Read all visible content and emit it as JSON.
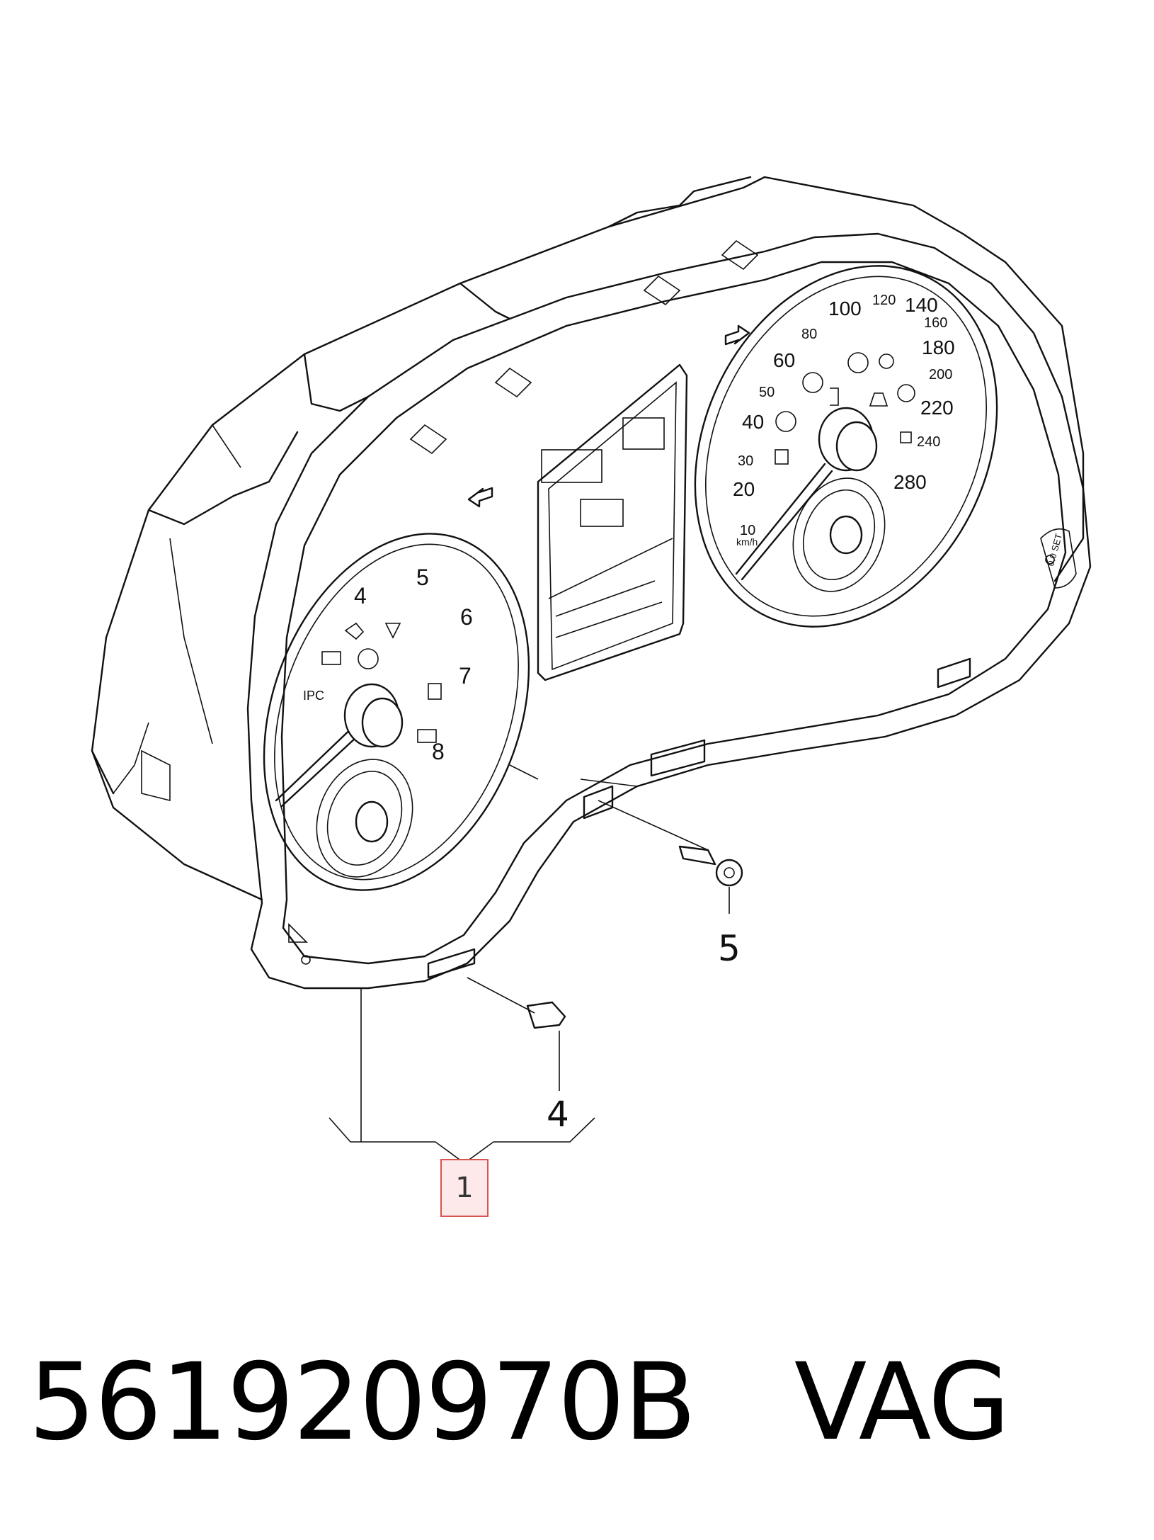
{
  "callouts": {
    "part_1": "1",
    "part_4": "4",
    "part_5": "5"
  },
  "tacho": {
    "ticks": [
      "4",
      "5",
      "6",
      "7",
      "8"
    ],
    "label_ipc": "IPC"
  },
  "speedo": {
    "ticks": [
      "10",
      "20",
      "30",
      "40",
      "50",
      "60",
      "80",
      "100",
      "120",
      "140",
      "160",
      "180",
      "200",
      "220",
      "240",
      "280"
    ],
    "unit": "km/h"
  },
  "button_label": "0.0 SET",
  "footer": {
    "part_number": "561920970B",
    "brand": "VAG"
  },
  "colors": {
    "badge_border": "#d9534f",
    "badge_fill": "#fde8ea",
    "line": "#111111"
  }
}
